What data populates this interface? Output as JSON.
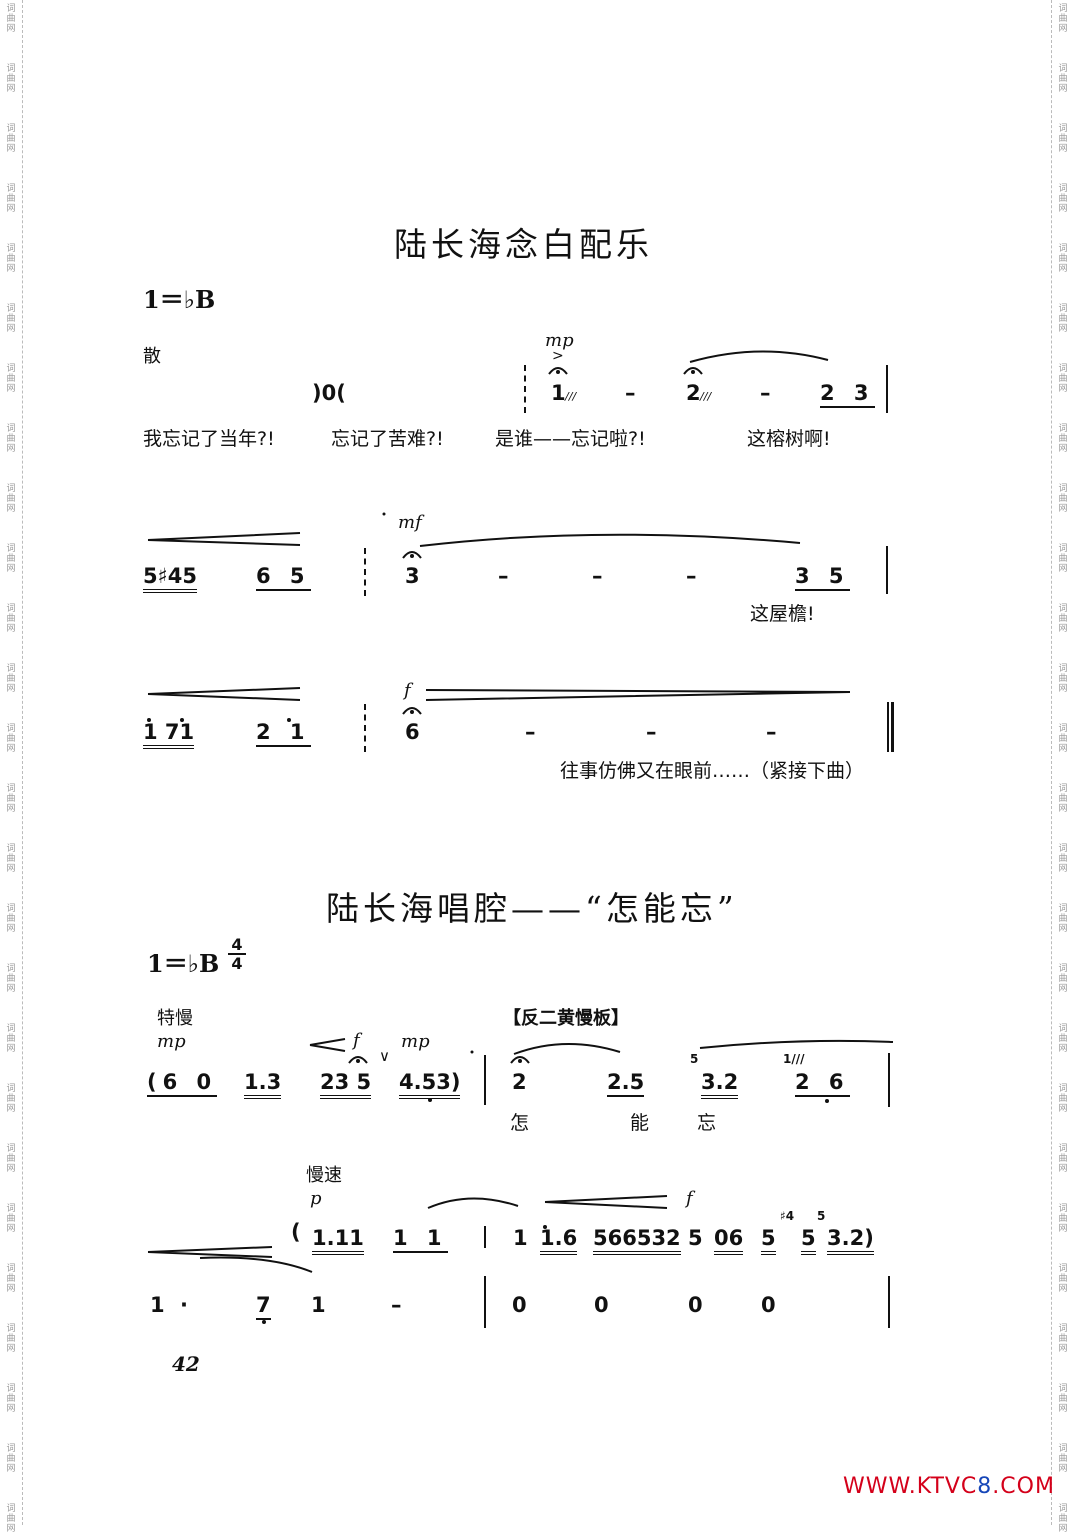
{
  "watermark": "词曲网",
  "footer": {
    "url_prefix": "WWW.KTVC",
    "url_eight": "8",
    "url_suffix": ".COM",
    "page_number": "42"
  },
  "colors": {
    "footer_red": "#d4001a",
    "footer_blue": "#1646b8",
    "watermark_gray": "#999999"
  },
  "piece1": {
    "title": "陆长海念白配乐",
    "key_label": "1＝♭B",
    "tempo": "散",
    "row1": {
      "intro": ")0(",
      "dynamic": "mp",
      "accent": ">",
      "notes": [
        "1",
        "–",
        "2",
        "–",
        "2 3"
      ],
      "tremolo": "///",
      "lyrics": [
        "我忘记了当年?!",
        "忘记了苦难?!",
        "是谁——忘记啦?!",
        "这榕树啊!"
      ]
    },
    "row2": {
      "notes_a": [
        "5♯45",
        "6 5"
      ],
      "dynamic": "mf",
      "notes_b": [
        "3",
        "–",
        "–",
        "–",
        "3 5"
      ],
      "lyric": "这屋檐!"
    },
    "row3": {
      "notes_a": [
        "1 71",
        "2 1"
      ],
      "dynamic": "f",
      "notes_b": [
        "6",
        "–",
        "–",
        "–"
      ],
      "lyric": "往事仿佛又在眼前……（紧接下曲）"
    }
  },
  "piece2": {
    "title": "陆长海唱腔——“怎能忘”",
    "key_label": "1＝♭B",
    "time_sig_top": "4",
    "time_sig_bottom": "4",
    "row1": {
      "tempo": "特慢",
      "section": "【反二黄慢板】",
      "dyn_start": "mp",
      "dyn_f": "f",
      "dyn_mp": "mp",
      "breath": "∨",
      "intro_notes": [
        "(6 0",
        "1.3",
        "23 5",
        "4.53)"
      ],
      "notes": [
        "2",
        "2.5",
        "3.2",
        "2 6"
      ],
      "grace_a": "5",
      "grace_b": "1///",
      "lyrics": [
        "怎",
        "能",
        "忘"
      ]
    },
    "row2": {
      "tempo": "慢速",
      "dyn_p": "p",
      "dyn_f": "f",
      "upper_notes": [
        "(",
        "1.11",
        "1 1",
        "1",
        "1.6",
        "566532",
        "5",
        "06",
        "5",
        "5",
        "3.2)"
      ],
      "grace_a": "♯4",
      "grace_b": "5",
      "lower_notes": [
        "1",
        "·",
        "7",
        "1",
        "–",
        "0",
        "0",
        "0",
        "0"
      ]
    }
  }
}
